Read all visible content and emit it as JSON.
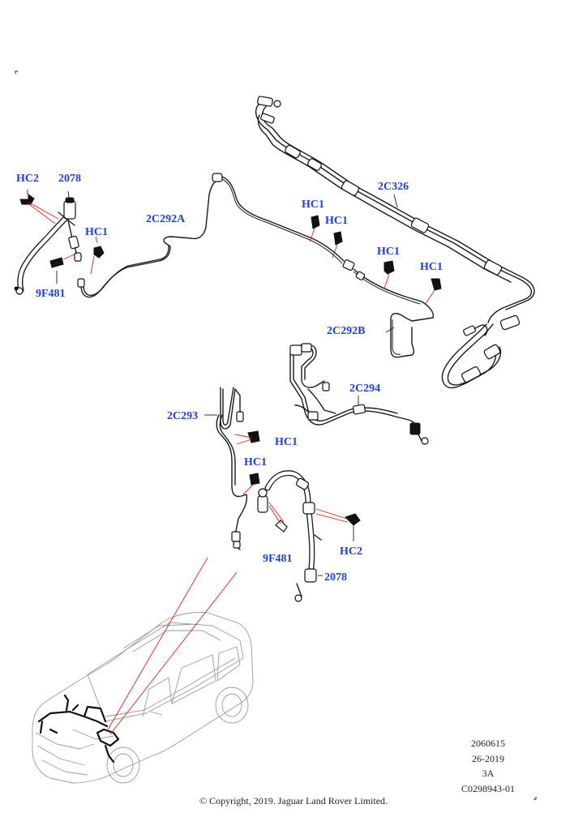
{
  "callouts": {
    "hc2_left": "HC2",
    "p2078_left": "2078",
    "hc1_a": "HC1",
    "p9f481_left": "9F481",
    "p2c292a": "2C292A",
    "hc1_b": "HC1",
    "hc1_c": "HC1",
    "p2c326": "2C326",
    "hc1_d": "HC1",
    "hc1_e": "HC1",
    "p2c292b": "2C292B",
    "p2c294": "2C294",
    "p2c293": "2C293",
    "hc1_f": "HC1",
    "hc1_g": "HC1",
    "p9f481_right": "9F481",
    "hc2_right": "HC2",
    "p2078_right": "2078"
  },
  "info_block": {
    "line1": "2060615",
    "line2": "26-2019",
    "line3": "3A",
    "line4": "C0298943-01"
  },
  "copyright": "© Copyright, 2019. Jaguar Land Rover Limited.",
  "colors": {
    "callout": "#1f3fd6",
    "leader": "#e02020",
    "line": "#1a1a1a"
  }
}
